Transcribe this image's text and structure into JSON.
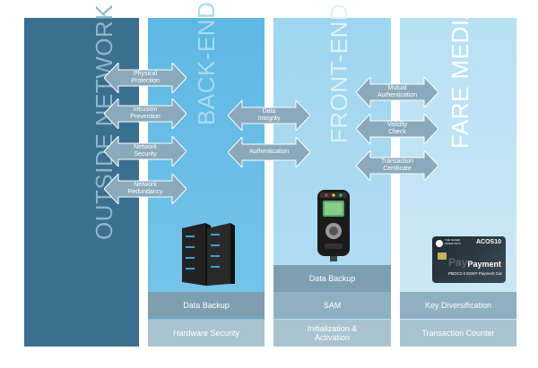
{
  "columns": {
    "outside_network": {
      "title": "OUTSIDE NETWORK"
    },
    "back_end": {
      "title": "BACK-END",
      "bands": [
        "Data Backup",
        "Hardware Security"
      ]
    },
    "front_end": {
      "title": "FRONT-END",
      "bands": [
        "Data Backup",
        "SAM",
        "Initialization &\nActivation"
      ]
    },
    "fare_media": {
      "title": "FARE MEDIA",
      "bands": [
        "Key Diversification",
        "Transaction Counter"
      ]
    }
  },
  "arrows": {
    "outside_backend": [
      "Physical\nProtection",
      "Intrusion\nPrevention",
      "Network\nSecurity",
      "Network\nRedundancy"
    ],
    "backend_frontend": [
      "Data\nIntegrity",
      "Authentication"
    ],
    "frontend_faremedia": [
      "Mutual\nAuthentication",
      "Validity\nCheck",
      "Transaction\nCertificate"
    ]
  },
  "card": {
    "brand": "THE NAKED\nSCIENTISTS",
    "model": "ACOS10",
    "title": "Payment",
    "subtitle": "PBOC2.0 EDEP Payment Car",
    "watermark": "Pay"
  },
  "colors": {
    "outside": "#3a6f8f",
    "backend": "#5fb8e3",
    "frontend": "#a4d7f0",
    "faremedia": "#bfe3f4",
    "arrow": "#8aa9bb",
    "band_dark": "#7d9fb0",
    "band_light": "#a9c3d0"
  }
}
